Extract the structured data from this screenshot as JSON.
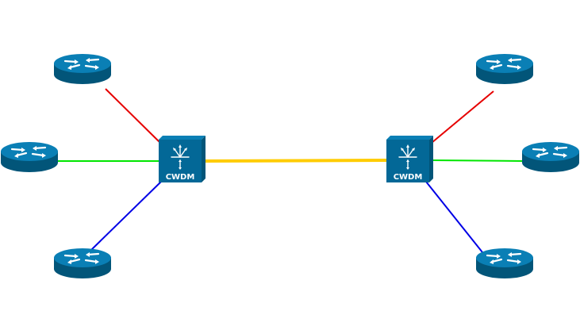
{
  "diagram": {
    "type": "network-topology",
    "nodes": [
      {
        "id": "router-left-top",
        "kind": "router"
      },
      {
        "id": "router-left-middle",
        "kind": "router"
      },
      {
        "id": "router-left-bottom",
        "kind": "router"
      },
      {
        "id": "cwdm-left",
        "kind": "cwdm-mux",
        "label": "CWDM"
      },
      {
        "id": "cwdm-right",
        "kind": "cwdm-mux",
        "label": "CWDM"
      },
      {
        "id": "router-right-top",
        "kind": "router"
      },
      {
        "id": "router-right-middle",
        "kind": "router"
      },
      {
        "id": "router-right-bottom",
        "kind": "router"
      }
    ],
    "links": [
      {
        "from": "router-left-top",
        "to": "cwdm-left",
        "color": "#e60000"
      },
      {
        "from": "router-left-middle",
        "to": "cwdm-left",
        "color": "#00e600"
      },
      {
        "from": "router-left-bottom",
        "to": "cwdm-left",
        "color": "#0000e6"
      },
      {
        "from": "cwdm-left",
        "to": "cwdm-right",
        "color": "#ffcc00"
      },
      {
        "from": "cwdm-right",
        "to": "router-right-top",
        "color": "#e60000"
      },
      {
        "from": "cwdm-right",
        "to": "router-right-middle",
        "color": "#00e600"
      },
      {
        "from": "cwdm-right",
        "to": "router-right-bottom",
        "color": "#0000e6"
      }
    ],
    "colors": {
      "device_fill": "#036897",
      "device_top": "#0a7fb5",
      "device_dark": "#025579",
      "icon_glyph": "#ffffff"
    }
  }
}
